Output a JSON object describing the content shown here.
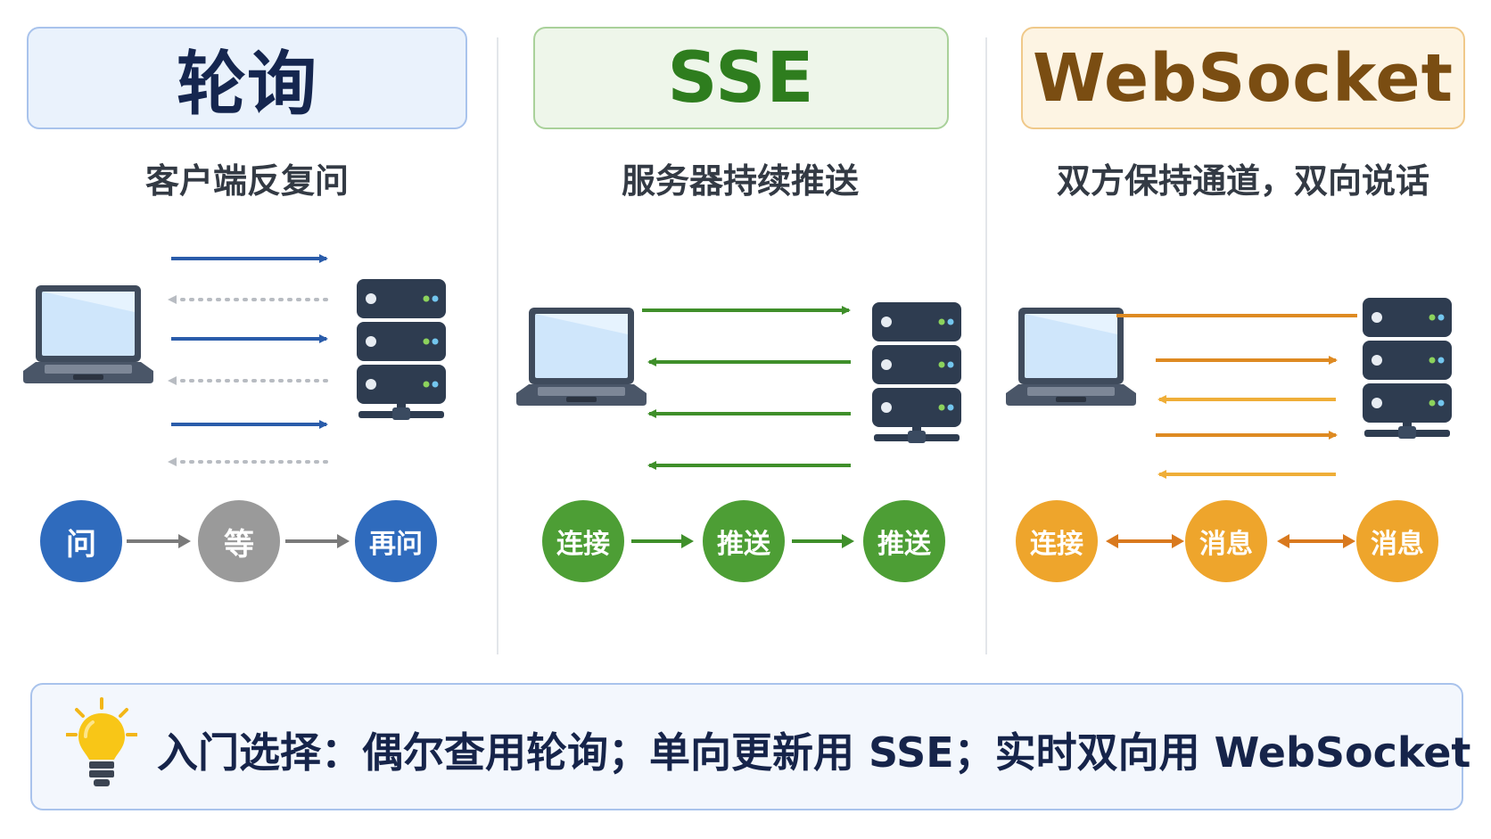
{
  "columns": [
    {
      "title": "轮询",
      "subtitle": "客户端反复问",
      "steps": [
        "问",
        "等",
        "再问"
      ],
      "icons": [
        "laptop-icon",
        "server-icon"
      ],
      "colors": {
        "title_bg": "#eaf2fc",
        "title_border": "#a9c3ec",
        "title_text": "#15264f",
        "arrow": "#2a5caa",
        "reply_arrow": "#b8bcc2",
        "step_main": "#2f6bbd",
        "step_wait": "#9a9a9a"
      }
    },
    {
      "title": "SSE",
      "subtitle": "服务器持续推送",
      "steps": [
        "连接",
        "推送",
        "推送"
      ],
      "icons": [
        "laptop-icon",
        "server-icon"
      ],
      "colors": {
        "title_bg": "#eef6ea",
        "title_border": "#a9d19a",
        "title_text": "#2e7d1e",
        "arrow": "#3f8f2a",
        "step": "#4d9e35"
      }
    },
    {
      "title": "WebSocket",
      "subtitle": "双方保持通道，双向说话",
      "steps": [
        "连接",
        "消息",
        "消息"
      ],
      "icons": [
        "laptop-icon",
        "server-icon"
      ],
      "colors": {
        "title_bg": "#fdf4e3",
        "title_border": "#f0c98a",
        "title_text": "#7a4d12",
        "arrow": "#de8a22",
        "reply_arrow": "#efae38",
        "step": "#eea52c"
      }
    }
  ],
  "tip": {
    "icon": "lightbulb-icon",
    "text": "入门选择：偶尔查用轮询；单向更新用 SSE；实时双向用 WebSocket"
  }
}
